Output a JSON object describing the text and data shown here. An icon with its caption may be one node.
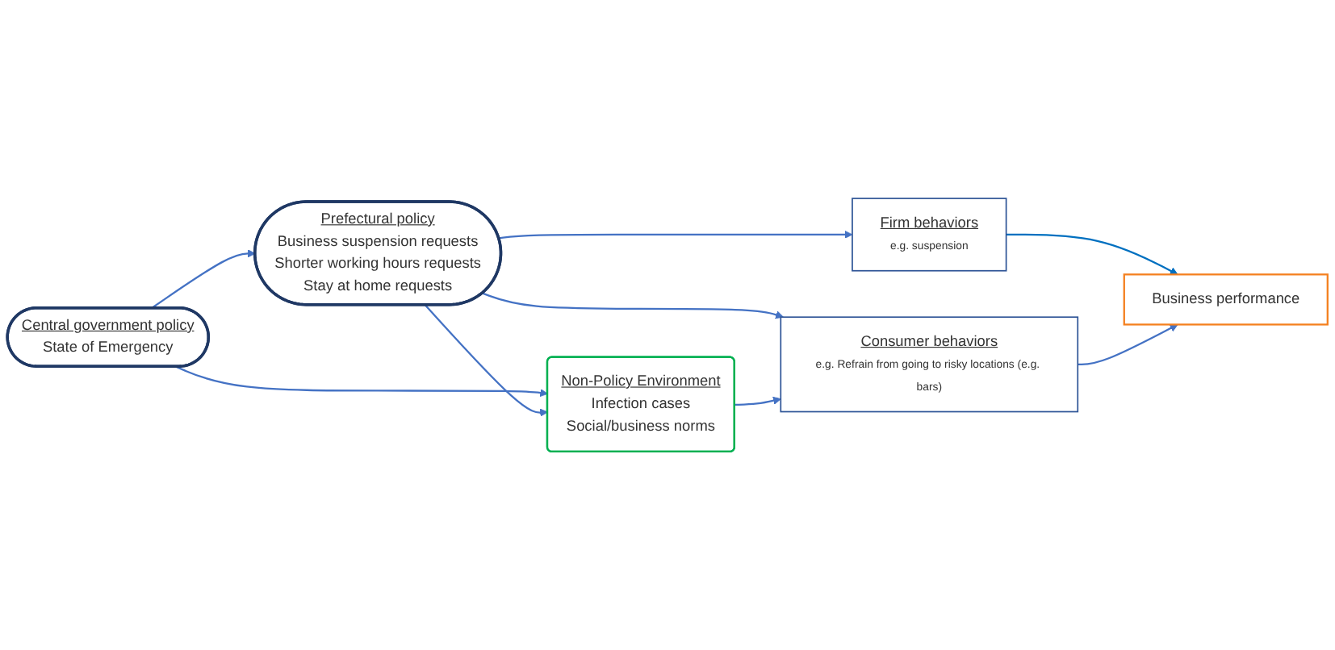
{
  "diagram": {
    "nodes": [
      {
        "text": [
          "Central government policy",
          "State of Emergency"
        ]
      },
      {
        "text": [
          "Prefectural policy",
          "Business suspension requests",
          "Shorter working hours requests",
          "Stay at home requests"
        ]
      },
      {
        "text": [
          "Firm behaviors",
          "e.g. suspension"
        ]
      },
      {
        "text": [
          "Consumer behaviors",
          "e.g. Refrain from going to risky locations (e.g. bars)"
        ]
      },
      {
        "text": [
          "Non-Policy Environment",
          "Infection cases",
          "Social/business norms"
        ]
      },
      {
        "text": [
          "Business performance"
        ]
      }
    ],
    "edges": [
      {
        "from": 0,
        "to": 1,
        "arrow": "to"
      },
      {
        "from": 0,
        "to": 4,
        "arrow": "to"
      },
      {
        "from": 1,
        "to": 4,
        "arrow": "to"
      },
      {
        "from": 1,
        "to": 2,
        "arrow": "to"
      },
      {
        "from": 1,
        "to": 3,
        "arrow": "to"
      },
      {
        "from": 4,
        "to": 3,
        "arrow": "to"
      },
      {
        "from": 2,
        "to": 5,
        "arrow": "to",
        "color": "#0070c0"
      },
      {
        "from": 3,
        "to": 5,
        "arrow": "to"
      }
    ]
  }
}
